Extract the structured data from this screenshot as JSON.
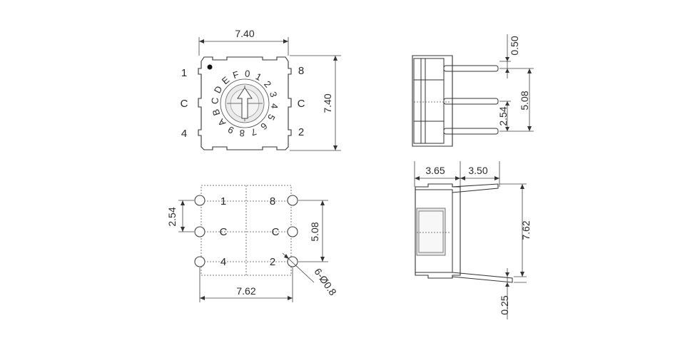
{
  "top_view": {
    "width_dim": "7.40",
    "height_dim": "7.40",
    "pin_labels": {
      "top_left": "1",
      "mid_left": "C",
      "bottom_left": "4",
      "top_right": "8",
      "mid_right": "C",
      "bottom_right": "2"
    },
    "dial_chars": [
      "0",
      "1",
      "2",
      "3",
      "4",
      "5",
      "6",
      "7",
      "8",
      "9",
      "A",
      "B",
      "C",
      "D",
      "E",
      "F"
    ]
  },
  "side_view": {
    "dim_top": "0.50",
    "dim_pitch": "2.54",
    "dim_span": "5.08"
  },
  "footprint": {
    "labels": {
      "top_left": "1",
      "mid_left": "C",
      "bottom_left": "4",
      "top_right": "8",
      "mid_right": "C",
      "bottom_right": "2"
    },
    "dim_pitch": "2.54",
    "dim_span": "5.08",
    "dim_width": "7.62",
    "hole_callout": "6-Ø0.8"
  },
  "front_view": {
    "dim_left": "3.65",
    "dim_right": "3.50",
    "dim_height": "7.62",
    "dim_bottom": "0.25"
  }
}
